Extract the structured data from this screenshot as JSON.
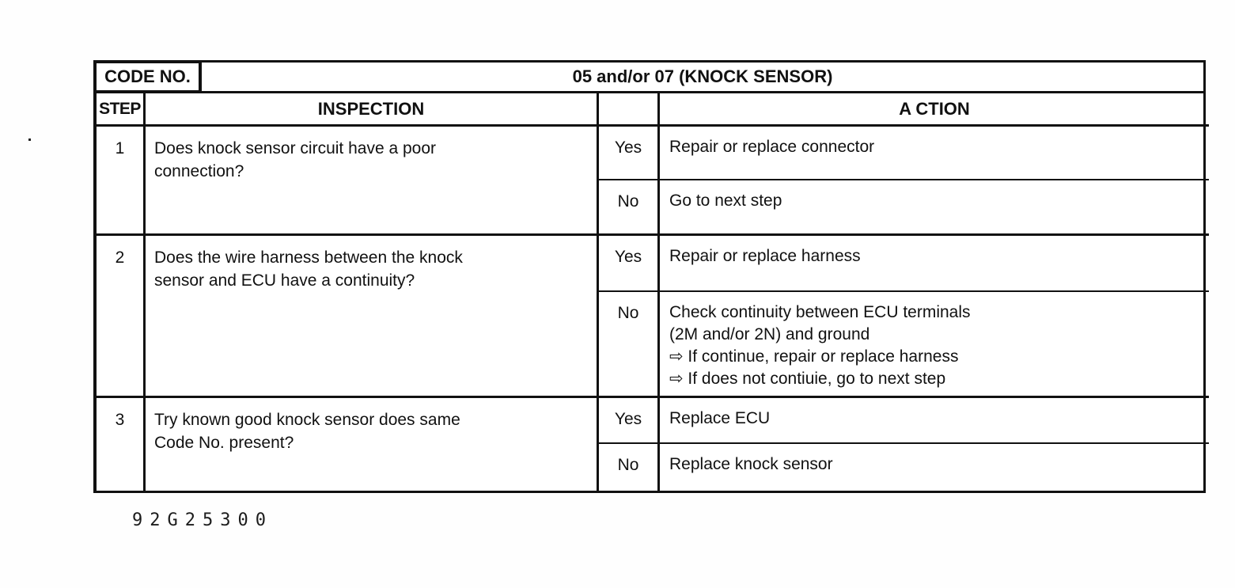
{
  "page": {
    "background": "#ffffff",
    "ink": "#111111"
  },
  "header": {
    "code_label": "CODE NO.",
    "code_value": "05 and/or 07 (KNOCK SENSOR)"
  },
  "columns": {
    "step": "STEP",
    "inspection": "INSPECTION",
    "action": "A CTION"
  },
  "rows": [
    {
      "step": "1",
      "inspection_lines": [
        "Does knock sensor circuit have a poor",
        "connection?"
      ],
      "branches": [
        {
          "answer": "Yes",
          "action_lines": [
            "Repair or replace connector"
          ]
        },
        {
          "answer": "No",
          "action_lines": [
            "Go to next step"
          ]
        }
      ]
    },
    {
      "step": "2",
      "inspection_lines": [
        "Does the wire harness between the knock",
        "sensor and ECU have a continuity?"
      ],
      "branches": [
        {
          "answer": "Yes",
          "action_lines": [
            "Repair or replace harness"
          ]
        },
        {
          "answer": "No",
          "action_lines": [
            "Check continuity between ECU terminals",
            "(2M and/or 2N) and ground",
            "⇨ If continue, repair or replace harness",
            "⇨ If does not contiuie, go to next step"
          ]
        }
      ]
    },
    {
      "step": "3",
      "inspection_lines": [
        "Try known good knock sensor does same",
        "Code No. present?"
      ],
      "branches": [
        {
          "answer": "Yes",
          "action_lines": [
            "Replace ECU"
          ]
        },
        {
          "answer": "No",
          "action_lines": [
            "Replace knock sensor"
          ]
        }
      ]
    }
  ],
  "footer": {
    "figure_code": "92G25300"
  }
}
